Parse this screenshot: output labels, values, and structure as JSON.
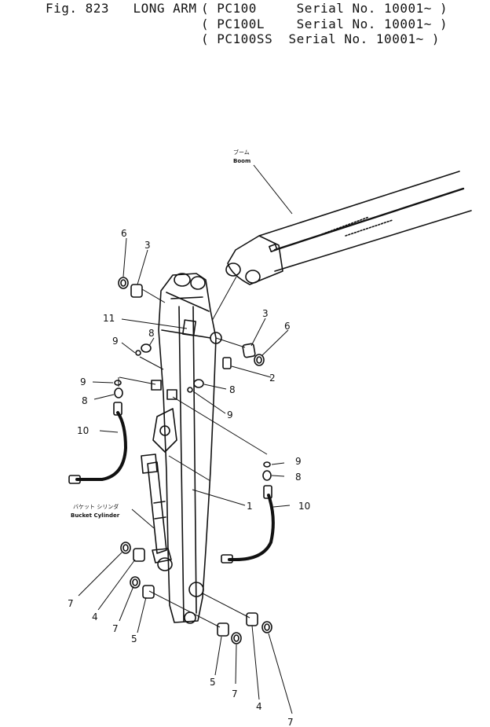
{
  "header": {
    "fig_title": "Fig. 823   LONG ARM",
    "serial_lines": [
      "( PC100     Serial No. 10001~ )",
      "( PC100L    Serial No. 10001~ )",
      "( PC100SS  Serial No. 10001~ )"
    ]
  },
  "callouts": {
    "boom_jp": "ブーム",
    "boom_en": "Boom",
    "bucket_cylinder_jp": "バケット シリンダ",
    "bucket_cylinder_en": "Bucket Cylinder"
  },
  "part_numbers": [
    "6",
    "3",
    "11",
    "8",
    "9",
    "3",
    "6",
    "2",
    "9",
    "8",
    "8",
    "9",
    "10",
    "9",
    "8",
    "1",
    "10",
    "7",
    "4",
    "7",
    "5",
    "5",
    "7",
    "4",
    "7"
  ]
}
